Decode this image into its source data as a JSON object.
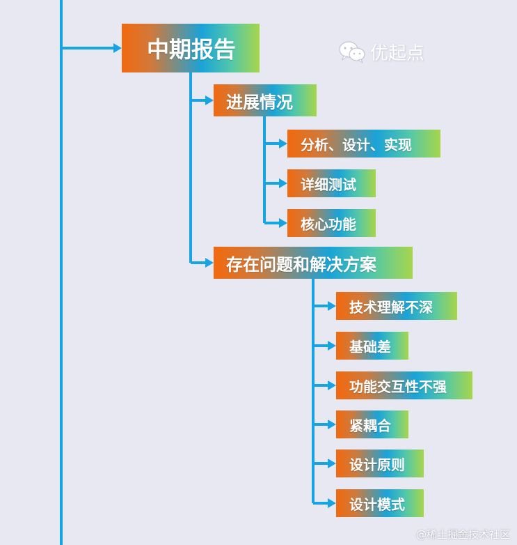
{
  "colors": {
    "background": "#e7e8f2",
    "connector": "#17a4e4",
    "gradient": [
      "#f2690f",
      "#1aa3d8",
      "#a7d64a"
    ]
  },
  "diagram": {
    "root": "中期报告",
    "branches": [
      {
        "label": "进展情况",
        "children": [
          "分析、设计、实现",
          "详细测试",
          "核心功能"
        ]
      },
      {
        "label": "存在问题和解决方案",
        "children": [
          "技术理解不深",
          "基础差",
          "功能交互性不强",
          "紧耦合",
          "设计原则",
          "设计模式"
        ]
      }
    ]
  },
  "watermark": {
    "icon": "wechat-icon",
    "text": "优起点"
  },
  "footer": {
    "text": "@稀土掘金技术社区"
  }
}
